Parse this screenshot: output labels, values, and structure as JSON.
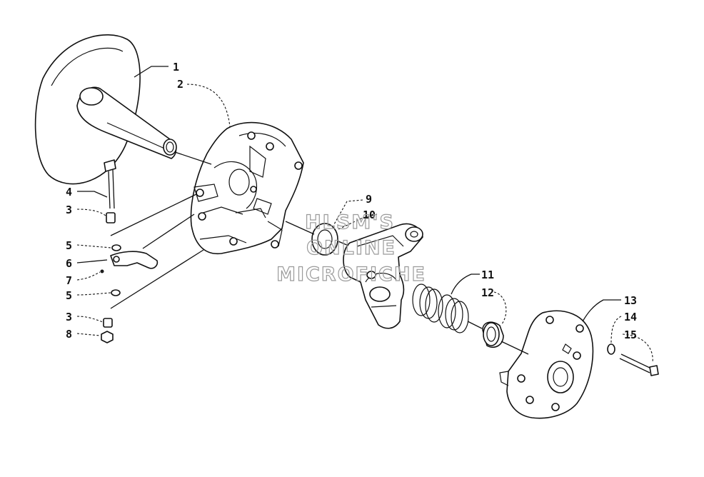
{
  "callouts": [
    "1",
    "2",
    "4",
    "3",
    "5",
    "6",
    "7",
    "5",
    "3",
    "8",
    "9",
    "10",
    "11",
    "12",
    "13",
    "14",
    "15"
  ],
  "watermark": [
    "HLSM'S",
    "ONLINE",
    "MICROFICHE"
  ]
}
